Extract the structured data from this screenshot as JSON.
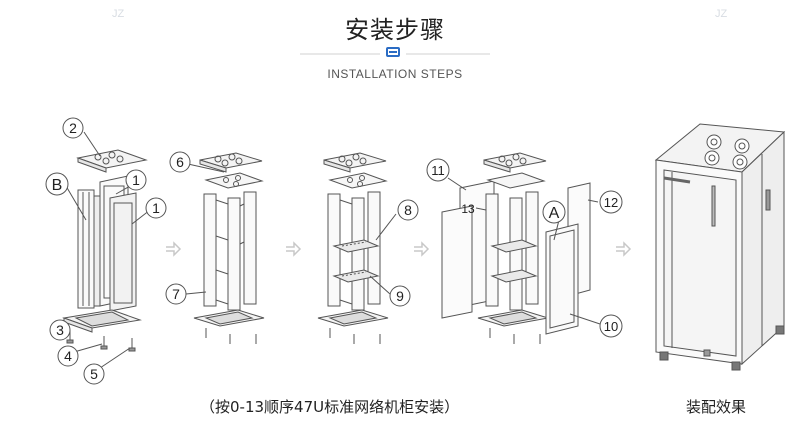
{
  "header": {
    "title": "安装步骤",
    "subtitle": "INSTALLATION STEPS",
    "watermark": "JZ"
  },
  "steps": {
    "step1": {
      "labels": [
        "2",
        "B",
        "1",
        "1",
        "3",
        "4",
        "5"
      ]
    },
    "step2": {
      "labels": [
        "6",
        "7"
      ]
    },
    "step3": {
      "labels": [
        "8",
        "9"
      ]
    },
    "step4": {
      "labels": [
        "11",
        "13",
        "A",
        "12",
        "10"
      ]
    }
  },
  "captions": {
    "install": "（按0-13顺序47U标准网络机柜安装）",
    "result": "装配效果"
  },
  "colors": {
    "line": "#555555",
    "accent": "#2b6cc4",
    "arrow": "#c8c8c8"
  },
  "icons": {
    "title_icon": "server-icon",
    "arrow": "arrow-right-icon"
  }
}
